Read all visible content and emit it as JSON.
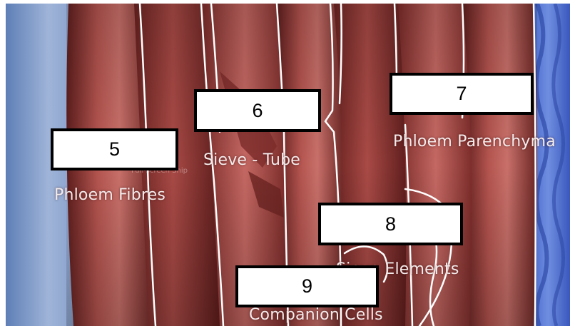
{
  "colors": {
    "tissue_dark": "#6e2624",
    "tissue_mid": "#a8504c",
    "tissue_light": "#c9706a",
    "background_left": "#6f8fc0",
    "background_right": "#4a6fd0",
    "outline": "#ffffff",
    "box_fill": "#ffffff",
    "box_border": "#000000"
  },
  "labels": {
    "phloem_fibres": "Phloem Fibres",
    "sieve_tube": "Sieve - Tube",
    "phloem_parenchyma": "Phloem Parenchyma",
    "sieve_elements": "Sieve Elements",
    "companion_cells": "Companion Cells"
  },
  "boxes": {
    "box_5": "5",
    "box_6": "6",
    "box_7": "7",
    "box_8": "8",
    "box_9": "9"
  },
  "watermark": "Full-screen Snip"
}
